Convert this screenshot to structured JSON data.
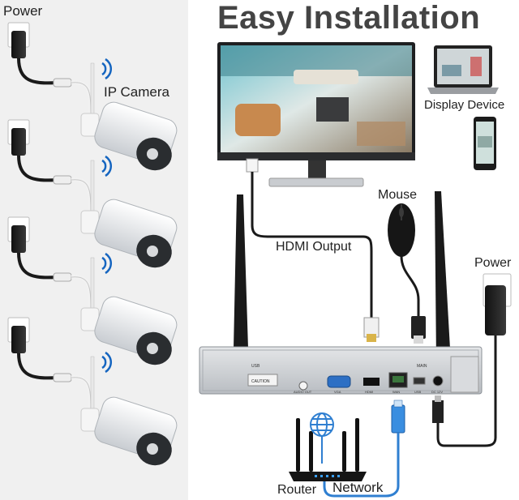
{
  "title": "Easy Installation",
  "labels": {
    "power_left": "Power",
    "ip_camera": "IP Camera",
    "display_device": "Display Device",
    "mouse": "Mouse",
    "hdmi_output": "HDMI Output",
    "power_right": "Power",
    "router": "Router",
    "network": "Network"
  },
  "nvr_ports": {
    "usb_top": "USB",
    "main": "MAIN",
    "caution": "CAUTION",
    "audio_out": "AUDIO OUT",
    "vga": "VGA",
    "hdmi": "HDMI",
    "wan": "WAN",
    "usb": "USB",
    "dc": "DC 12V"
  },
  "colors": {
    "cable_black": "#1a1a1a",
    "cable_white": "#f2f2f2",
    "network_blue": "#2f7fd1",
    "wifi_blue": "#1565c0",
    "nvr_body": "#cfd2d6",
    "title_gray": "#444444"
  }
}
